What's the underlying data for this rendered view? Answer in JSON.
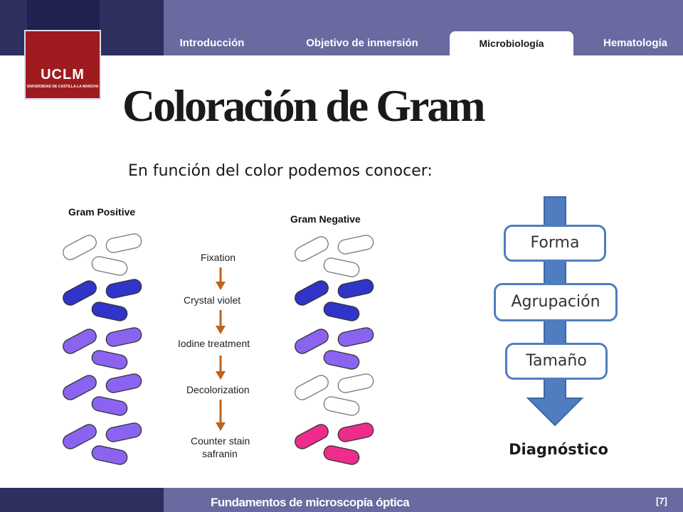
{
  "nav": {
    "tabs": [
      {
        "label": "Introducción"
      },
      {
        "label": "Objetivo de inmersión"
      },
      {
        "label": "Microbiología"
      },
      {
        "label": "Hematología"
      }
    ]
  },
  "logo": {
    "text": "UCLM",
    "subtext": "UNIVERSIDAD DE CASTILLA-LA MANCHA"
  },
  "slide": {
    "title": "Coloración de Gram",
    "subtitle": "En función del color podemos conocer:"
  },
  "figure": {
    "left_label": "Gram Positive",
    "right_label": "Gram Negative",
    "steps": [
      "Fixation",
      "Crystal violet",
      "Iodine treatment",
      "Decolorization",
      "Counter stain",
      "safranin"
    ],
    "colors": {
      "unstained": "#ffffff",
      "crystal_violet": "#3034c8",
      "iodine": "#8a64f0",
      "safranin": "#ee2c8c",
      "arrow": "#c0621a"
    }
  },
  "diagram": {
    "items": [
      "Forma",
      "Agrupación",
      "Tamaño"
    ],
    "result": "Diagnóstico",
    "arrow_color": "#4f7dbf"
  },
  "footer": {
    "title": "Fundamentos de microscopía óptica",
    "page": "[7]"
  }
}
